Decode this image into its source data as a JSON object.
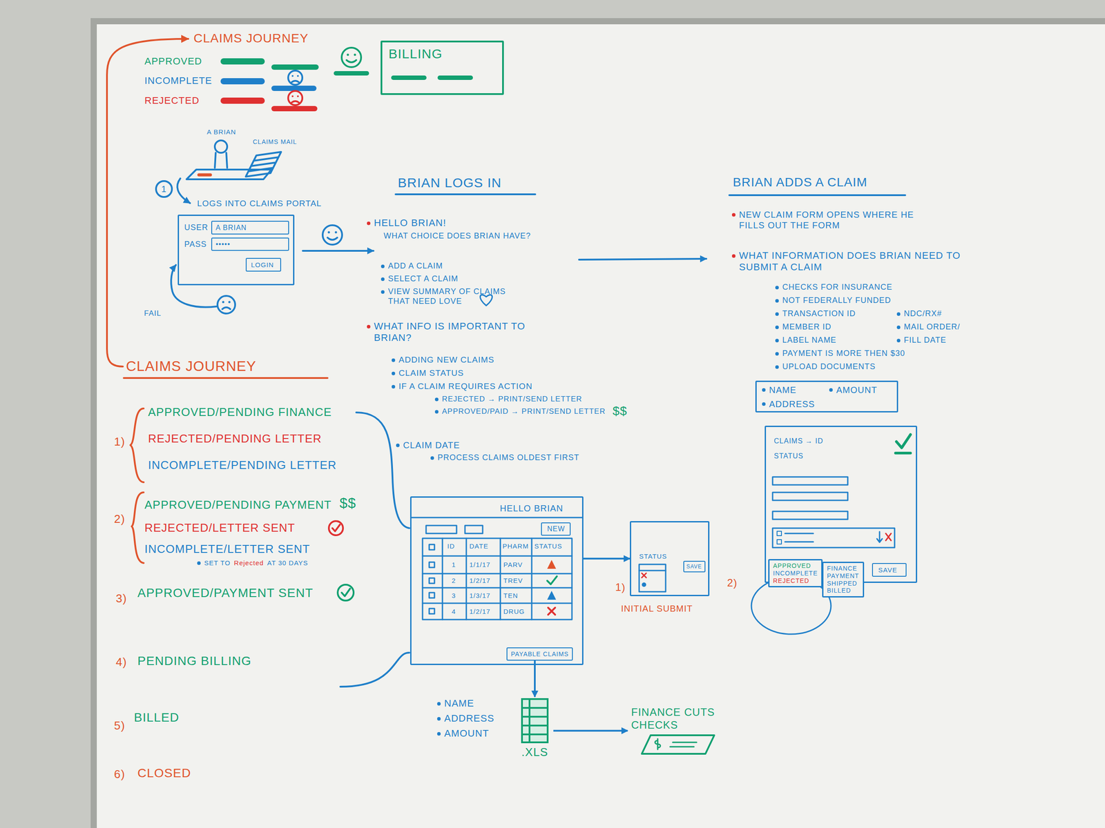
{
  "diagram": {
    "nodes": [
      {
        "text": [
          "BILLING"
        ]
      },
      {
        "text": [
          "USER",
          "PASS"
        ]
      },
      {
        "text": [
          "A BRIAN"
        ],
        "in": 1
      },
      {
        "text": [
          "•••••"
        ],
        "in": 1
      },
      {
        "text": [
          "LOGIN"
        ],
        "in": 1
      },
      {
        "text": [
          "NAME",
          "AMOUNT",
          "ADDRESS"
        ]
      },
      {
        "text": [
          "CLAIMS → ID",
          "STATUS"
        ]
      },
      {
        "text": [
          "SAVE"
        ],
        "in": 6
      },
      {
        "text": [
          "HELLO BRIAN"
        ]
      },
      {
        "text": [
          "NEW"
        ],
        "in": 8
      },
      {
        "text": [
          "PAYABLE CLAIMS"
        ],
        "in": 8
      },
      {
        "text": [
          "STATUS"
        ]
      },
      {
        "text": [
          "SAVE"
        ],
        "in": 11
      },
      {
        "text": [
          "APPROVED",
          "INCOMPLETE",
          "REJECTED"
        ]
      },
      {
        "text": [
          "FINANCE",
          "PAYMENT",
          "SHIPPED",
          "BILLED"
        ]
      },
      {
        "text": [
          ".XLS"
        ]
      },
      {
        "text": [
          "FINANCE CUTS CHECKS"
        ]
      }
    ],
    "edges": [
      {
        "from": 8,
        "to": 11,
        "arrow": "to"
      },
      {
        "from": 10,
        "to": 15,
        "arrow": "to"
      },
      {
        "from": 15,
        "to": 16,
        "arrow": "to"
      }
    ],
    "labels": [
      "CLAIMS JOURNEY",
      "A BRIAN",
      "CLAIMS MAIL",
      "1",
      "LOGS INTO CLAIMS PORTAL",
      "FAIL",
      "BRIAN LOGS IN",
      "HELLO BRIAN!",
      "WHAT CHOICE DOES BRIAN HAVE?",
      "ADD A CLAIM",
      "SELECT A CLAIM",
      "VIEW SUMMARY OF CLAIMS THAT NEED LOVE",
      "WHAT INFO IS IMPORTANT TO BRIAN?",
      "ADDING NEW CLAIMS",
      "CLAIM STATUS",
      "IF A CLAIM REQUIRES ACTION",
      "REJECTED → PRINT/SEND LETTER",
      "APPROVED/PAID → PRINT/SEND LETTER",
      "$$",
      "CLAIM DATE",
      "PROCESS CLAIMS OLDEST FIRST",
      "BRIAN ADDS A CLAIM",
      "NEW CLAIM FORM OPENS WHERE HE FILLS OUT THE FORM",
      "WHAT INFORMATION DOES BRIAN NEED TO SUBMIT A CLAIM",
      "CHECKS FOR INSURANCE",
      "NOT FEDERALLY FUNDED",
      "TRANSACTION ID",
      "MEMBER ID",
      "LABEL NAME",
      "PAYMENT IS MORE THEN $30",
      "UPLOAD DOCUMENTS",
      "NDC/RX#",
      "MAIL ORDER/",
      "FILL DATE",
      "2)",
      "CLAIMS JOURNEY",
      "1)",
      "APPROVED/PENDING FINANCE",
      "REJECTED/PENDING LETTER",
      "INCOMPLETE/PENDING LETTER",
      "2)",
      "APPROVED/PENDING PAYMENT",
      "$$",
      "REJECTED/LETTER SENT",
      "INCOMPLETE/LETTER SENT",
      "SET TO",
      "Rejected",
      "AT 30 DAYS",
      "3)",
      "APPROVED/PAYMENT SENT",
      "4)",
      "PENDING BILLING",
      "5)",
      "BILLED",
      "6)",
      "CLOSED",
      "ID",
      "DATE",
      "PHARM",
      "STATUS",
      "1",
      "1/1/17",
      "PARV",
      "2",
      "1/2/17",
      "TREV",
      "3",
      "1/3/17",
      "TEN",
      "4",
      "1/2/17",
      "DRUG",
      "1)",
      "INITIAL SUBMIT",
      "NAME",
      "ADDRESS",
      "AMOUNT"
    ],
    "legend": [
      {
        "text": "APPROVED",
        "color": "#12a070"
      },
      {
        "text": "INCOMPLETE",
        "color": "#1f7fc9"
      },
      {
        "text": "REJECTED",
        "color": "#df3030"
      }
    ]
  }
}
